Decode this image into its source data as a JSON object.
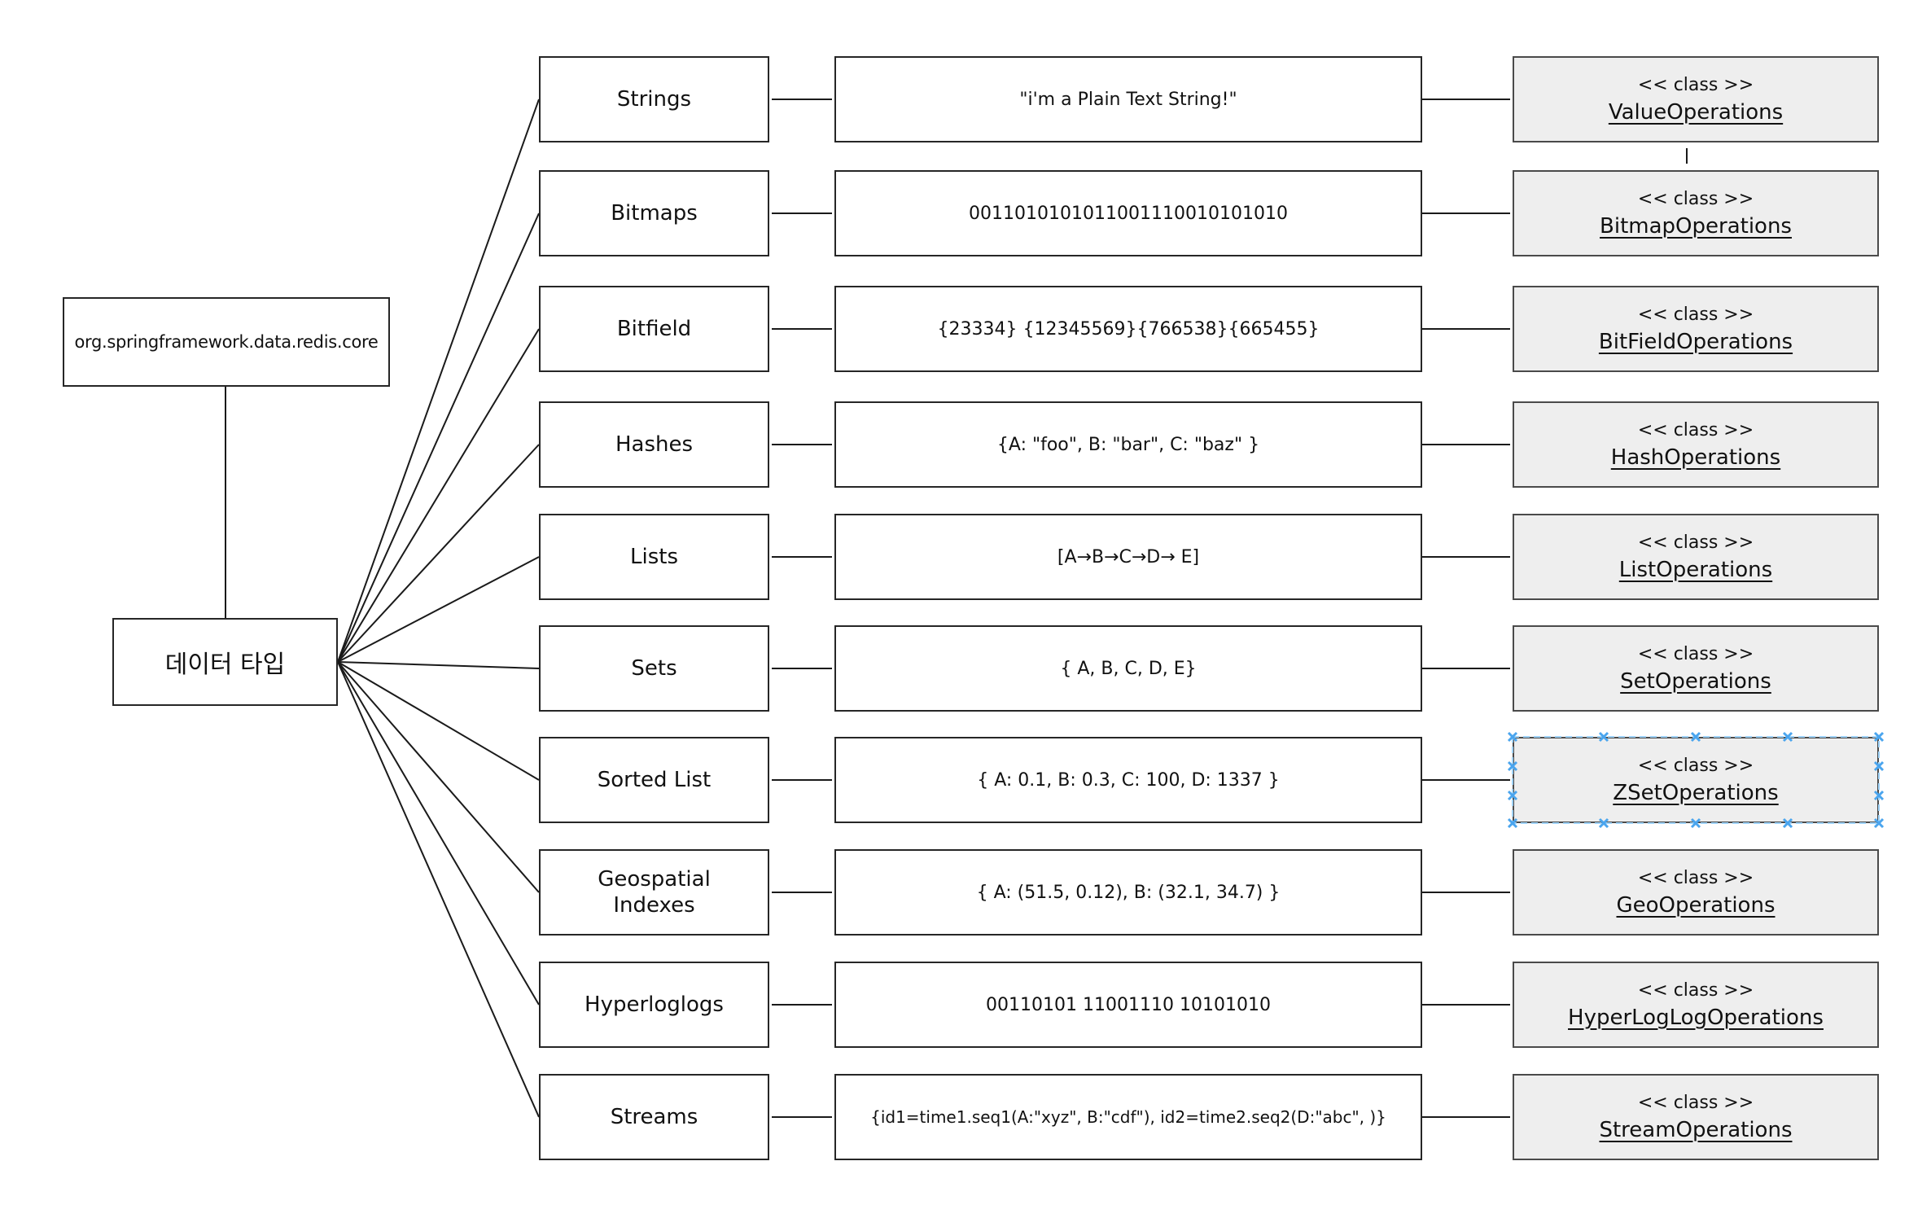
{
  "canvas": {
    "package_label": "org.springframework.data.redis.core",
    "root_label": "데이터 타입",
    "stereotype": "<< class >>",
    "rows": [
      {
        "type": "Strings",
        "example": "\"i'm a Plain Text String!\"",
        "class_name": "ValueOperations"
      },
      {
        "type": "Bitmaps",
        "example": "0011010101011001110010101010",
        "class_name": "BitmapOperations"
      },
      {
        "type": "Bitfield",
        "example": "{23334} {12345569}{766538}{665455}",
        "class_name": "BitFieldOperations"
      },
      {
        "type": "Hashes",
        "example": "{A: \"foo\", B: \"bar\", C: \"baz\" }",
        "class_name": "HashOperations"
      },
      {
        "type": "Lists",
        "example": "[A→B→C→D→ E]",
        "class_name": "ListOperations"
      },
      {
        "type": "Sets",
        "example": "{ A, B, C, D, E}",
        "class_name": "SetOperations"
      },
      {
        "type": "Sorted List",
        "example": "{ A: 0.1, B: 0.3, C: 100, D: 1337 }",
        "class_name": "ZSetOperations",
        "selected": true
      },
      {
        "type": "Geospatial Indexes",
        "example": "{ A: (51.5, 0.12), B: (32.1, 34.7) }",
        "class_name": "GeoOperations"
      },
      {
        "type": "Hyperloglogs",
        "example": "00110101 11001110 10101010",
        "class_name": "HyperLogLogOperations"
      },
      {
        "type": "Streams",
        "example": "{id1=time1.seq1(A:\"xyz\", B:\"cdf\"), id2=time2.seq2(D:\"abc\", )}",
        "class_name": "StreamOperations"
      }
    ],
    "colors": {
      "selection_handle": "#4aa5ee",
      "selection_outline": "#9fd2f7",
      "class_box_fill": "#eeeeee",
      "line": "#1a1a1a"
    }
  }
}
